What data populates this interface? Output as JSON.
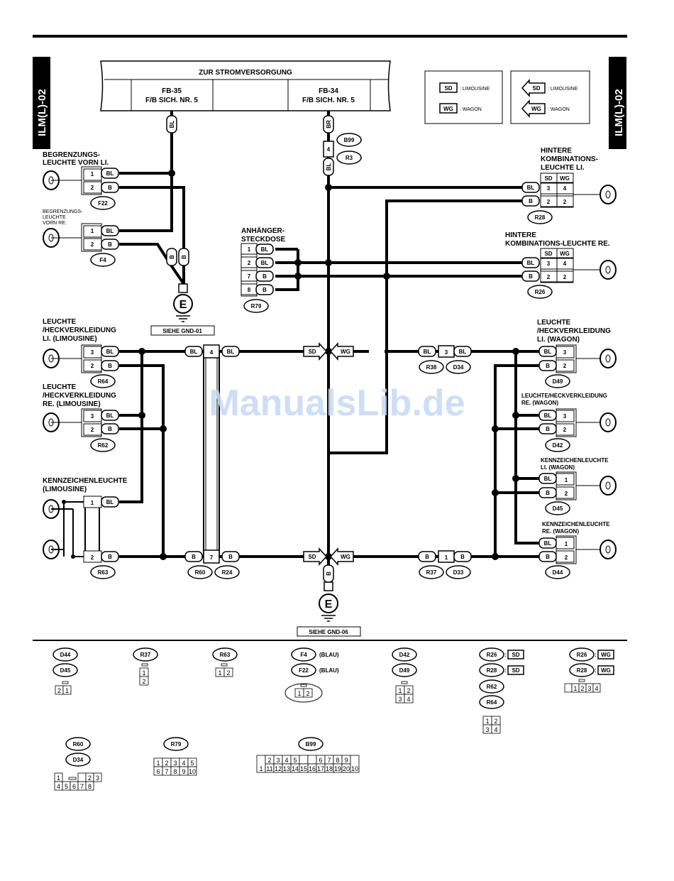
{
  "page": {
    "tab_left": "ILM(L)-02",
    "tab_right": "ILM(L)-02",
    "watermark": "ManualsLib.de"
  },
  "power": {
    "title": "ZUR STROMVERSORGUNG",
    "fuse_left_1": "FB-35",
    "fuse_left_2": "F/B SICH. NR. 5",
    "fuse_right_1": "FB-34",
    "fuse_right_2": "F/B SICH. NR. 5"
  },
  "legend": {
    "sd": "SD",
    "wg": "WG",
    "sd_text": ": LIMOUSINE",
    "wg_text": ": WAGON"
  },
  "colors": {
    "bl": "BL",
    "b": "B",
    "br": "BR",
    "wg": "WG",
    "sd": "SD"
  },
  "components": {
    "begr_li_1": "BEGRENZUNGS-",
    "begr_li_2": "LEUCHTE VORN LI.",
    "begr_re_1": "BEGRENZUNGS-",
    "begr_re_2": "LEUCHTE",
    "begr_re_3": "VORN RE.",
    "hint_li_1": "HINTERE",
    "hint_li_2": "KOMBINATIONS-",
    "hint_li_3": "LEUCHTE LI.",
    "hint_re_1": "HINTERE",
    "hint_re_2": "KOMBINATIONS-LEUCHTE RE.",
    "anh_1": "ANHÄNGER-",
    "anh_2": "STECKDOSE",
    "heck_li_lim_1": "LEUCHTE",
    "heck_li_lim_2": "/HECKVERKLEIDUNG",
    "heck_li_lim_3": "LI. (LIMOUSINE)",
    "heck_re_lim_1": "LEUCHTE",
    "heck_re_lim_2": "/HECKVERKLEIDUNG",
    "heck_re_lim_3": "RE. (LIMOUSINE)",
    "kenn_lim_1": "KENNZEICHENLEUCHTE",
    "kenn_lim_2": "(LIMOUSINE)",
    "heck_li_wag_1": "LEUCHTE",
    "heck_li_wag_2": "/HECKVERKLEIDUNG",
    "heck_li_wag_3": "LI. (WAGON)",
    "heck_re_wag_1": "LEUCHTE/HECKVERKLEIDUNG",
    "heck_re_wag_2": "RE. (WAGON)",
    "kenn_li_wag_1": "KENNZEICHENLEUCHTE",
    "kenn_li_wag_2": "LI. (WAGON)",
    "kenn_re_wag_1": "KENNZEICHENLEUCHTE",
    "kenn_re_wag_2": "RE. (WAGON)",
    "gnd1": "SIEHE GND-01",
    "gnd6": "SIEHE GND-06",
    "e": "E"
  },
  "connectors": {
    "f22": "F22",
    "f4": "F4",
    "b99": "B99",
    "r3": "R3",
    "r28": "R28",
    "r26": "R26",
    "r79": "R79",
    "r64": "R64",
    "r62": "R62",
    "r63": "R63",
    "r60": "R60",
    "r24": "R24",
    "r38": "R38",
    "d34": "D34",
    "r37": "R37",
    "d33": "D33",
    "d49": "D49",
    "d42": "D42",
    "d45": "D45",
    "d44": "D44",
    "blau": "(BLAU)"
  },
  "pins": {
    "p1": "1",
    "p2": "2",
    "p3": "3",
    "p4": "4",
    "p5": "5",
    "p6": "6",
    "p7": "7",
    "p8": "8",
    "p9": "9",
    "p10": "10",
    "p11": "11",
    "p12": "12",
    "p13": "13",
    "p14": "14",
    "p15": "15",
    "p16": "16",
    "p17": "17",
    "p18": "18",
    "p19": "19",
    "p20": "20"
  }
}
